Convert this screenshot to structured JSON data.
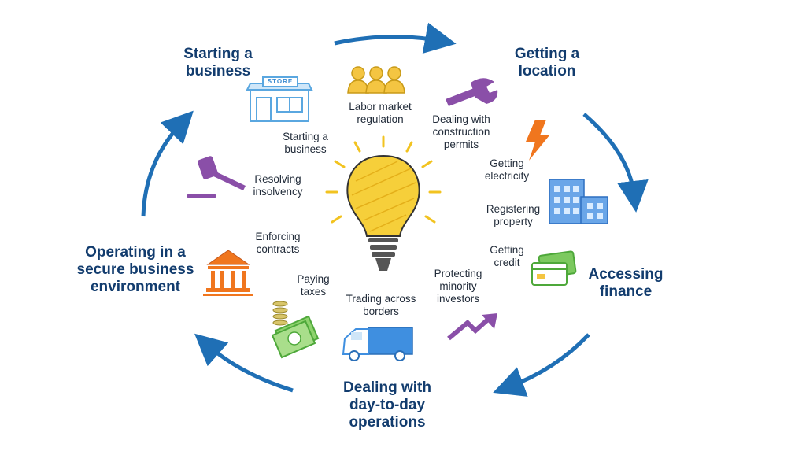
{
  "stages": {
    "starting": "Starting a\nbusiness",
    "location": "Getting a\nlocation",
    "finance": "Accessing\nfinance",
    "operations": "Dealing with\nday-to-day\noperations",
    "secure": "Operating in a\nsecure business\nenvironment"
  },
  "topics": {
    "labor": "Labor market\nregulation",
    "construction": "Dealing with\nconstruction\npermits",
    "starting": "Starting a\nbusiness",
    "electricity": "Getting\nelectricity",
    "insolvency": "Resolving\ninsolvency",
    "property": "Registering\nproperty",
    "contracts": "Enforcing\ncontracts",
    "credit": "Getting\ncredit",
    "taxes": "Paying\ntaxes",
    "minority": "Protecting\nminority\ninvestors",
    "trading": "Trading across\nborders"
  },
  "icon_labels": {
    "store_sign": "STORE"
  },
  "icons": [
    "store-icon",
    "workers-icon",
    "wrench-icon",
    "lightning-icon",
    "building-icon",
    "credit-card-icon",
    "trend-arrow-icon",
    "truck-icon",
    "money-icon",
    "courthouse-icon",
    "gavel-icon",
    "lightbulb-icon"
  ],
  "colors": {
    "arrow": "#1f6fb5",
    "stage_text": "#123c6e",
    "bulb": "#f2c320",
    "purple": "#8a4fa8",
    "green": "#5fb846",
    "orange": "#e8772a",
    "blue_icon": "#4a8fdc"
  }
}
